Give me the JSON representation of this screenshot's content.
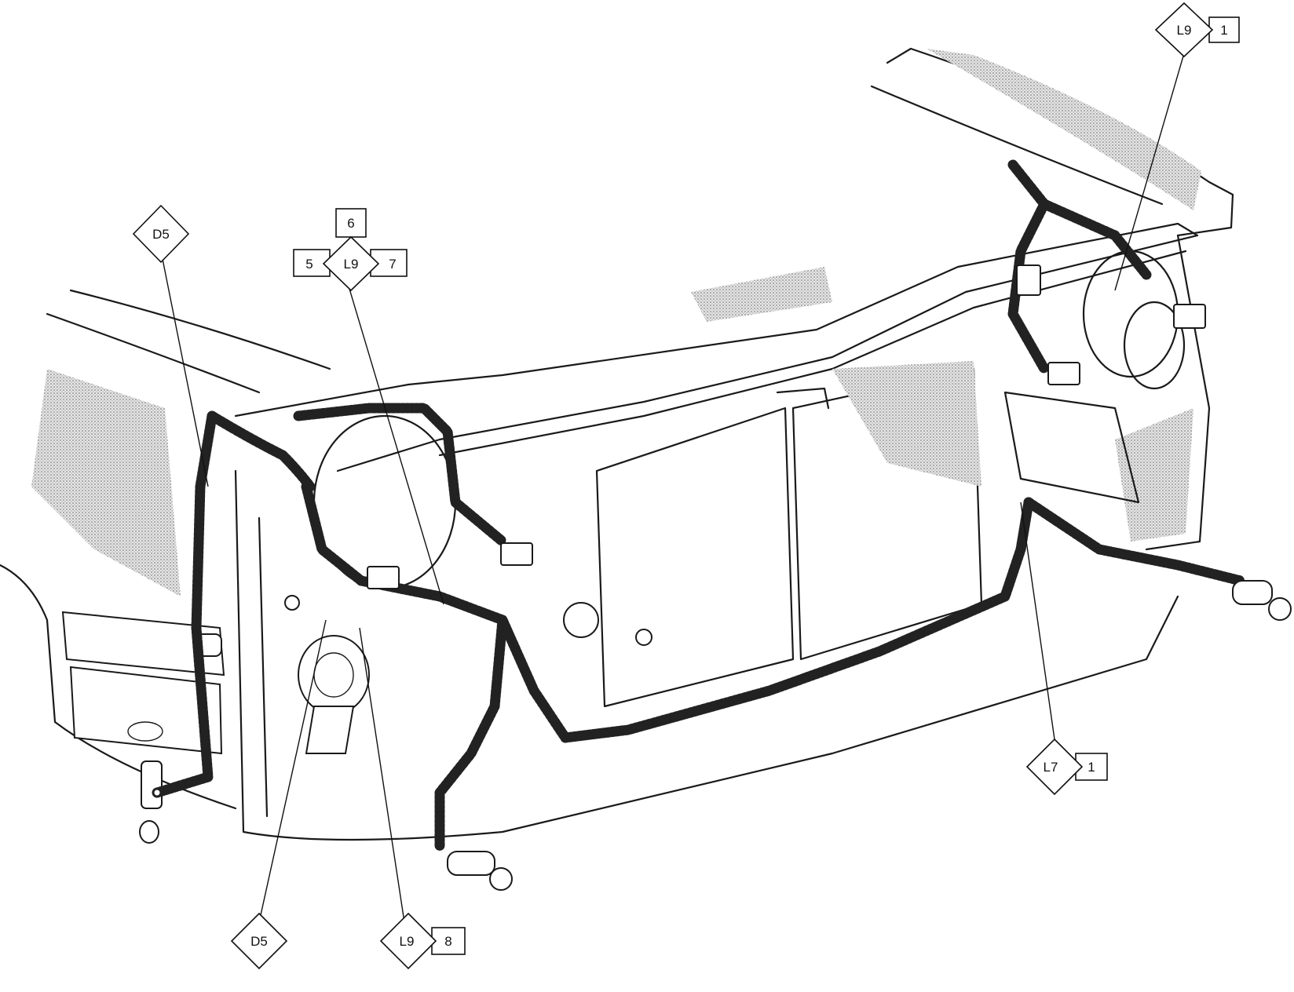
{
  "callouts": [
    {
      "id": "l9-1-top-right",
      "code": "L9",
      "ref": "1"
    },
    {
      "id": "d5-left",
      "code": "D5",
      "ref": ""
    },
    {
      "id": "l9-multi",
      "code": "L9",
      "refs": {
        "top": "6",
        "left": "5",
        "right": "7"
      }
    },
    {
      "id": "l7-1",
      "code": "L7",
      "ref": "1"
    },
    {
      "id": "d5-bottom",
      "code": "D5",
      "ref": ""
    },
    {
      "id": "l9-8",
      "code": "L9",
      "ref": "8"
    }
  ],
  "colors": {
    "line": "#1a1a1a",
    "shade": "#9a9a9a",
    "background": "#ffffff"
  }
}
